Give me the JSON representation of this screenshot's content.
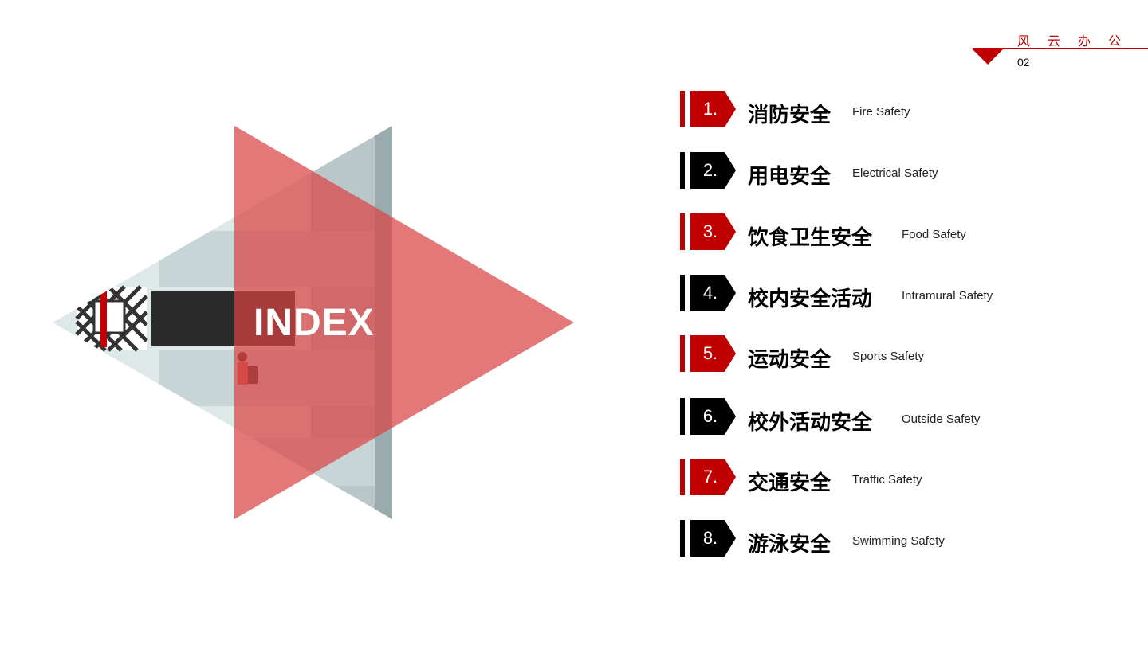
{
  "brand": {
    "text": "风云办公",
    "page_number": "02"
  },
  "index_title": "INDEX",
  "colors": {
    "accent": "#c00000",
    "dark": "#000000",
    "overlay": "#e06565",
    "light": "#cfdcde"
  },
  "menu": [
    {
      "num": "1.",
      "cn": "消防安全",
      "en": "Fire Safety",
      "color": "red"
    },
    {
      "num": "2.",
      "cn": "用电安全",
      "en": "Electrical Safety",
      "color": "black"
    },
    {
      "num": "3.",
      "cn": "饮食卫生安全",
      "en": "Food Safety",
      "color": "red"
    },
    {
      "num": "4.",
      "cn": "校内安全活动",
      "en": "Intramural Safety",
      "color": "black"
    },
    {
      "num": "5.",
      "cn": "运动安全",
      "en": "Sports Safety",
      "color": "red"
    },
    {
      "num": "6.",
      "cn": "校外活动安全",
      "en": "Outside Safety",
      "color": "black"
    },
    {
      "num": "7.",
      "cn": "交通安全",
      "en": "Traffic Safety",
      "color": "red"
    },
    {
      "num": "8.",
      "cn": "游泳安全",
      "en": "Swimming Safety",
      "color": "black"
    }
  ]
}
